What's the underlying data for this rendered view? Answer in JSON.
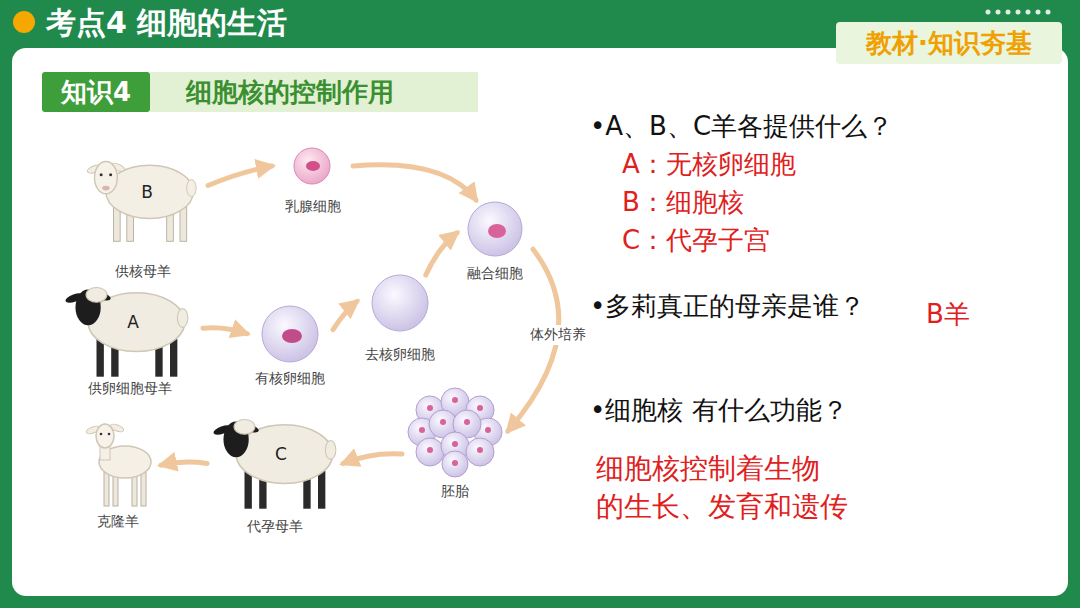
{
  "diagram": {
    "title": "考点4 细胞的生活",
    "nodes": [
      {
        "text": [
          "B",
          "供核母羊"
        ]
      },
      {
        "text": [
          "乳腺细胞"
        ]
      },
      {
        "text": [
          "融合细胞"
        ]
      },
      {
        "text": [
          "A",
          "供卵细胞母羊"
        ]
      },
      {
        "text": [
          "有核卵细胞"
        ]
      },
      {
        "text": [
          "去核卵细胞"
        ]
      },
      {
        "text": [
          "胚胎"
        ]
      },
      {
        "text": [
          "C",
          "代孕母羊"
        ]
      },
      {
        "text": [
          "克隆羊"
        ]
      }
    ],
    "edges": [
      {
        "from": 0,
        "to": 1,
        "arrow": "to"
      },
      {
        "from": 1,
        "to": 2,
        "arrow": "to"
      },
      {
        "from": 3,
        "to": 4,
        "arrow": "to"
      },
      {
        "from": 4,
        "to": 5,
        "arrow": "to"
      },
      {
        "from": 5,
        "to": 2,
        "arrow": "to"
      },
      {
        "from": 2,
        "to": 6,
        "label": "体外培养",
        "arrow": "to"
      },
      {
        "from": 6,
        "to": 7,
        "arrow": "to"
      },
      {
        "from": 7,
        "to": 8,
        "arrow": "to"
      }
    ],
    "labels": [
      "教材·知识夯基",
      "知识4",
      "细胞核的控制作用",
      "•A、B、C羊各提供什么？",
      "A：无核卵细胞",
      "B：细胞核",
      "C：代孕子宫",
      "•多莉真正的母亲是谁？",
      "B羊",
      "•细胞核 有什么功能？",
      "细胞核控制着生物 的生长、发育和遗传"
    ]
  }
}
